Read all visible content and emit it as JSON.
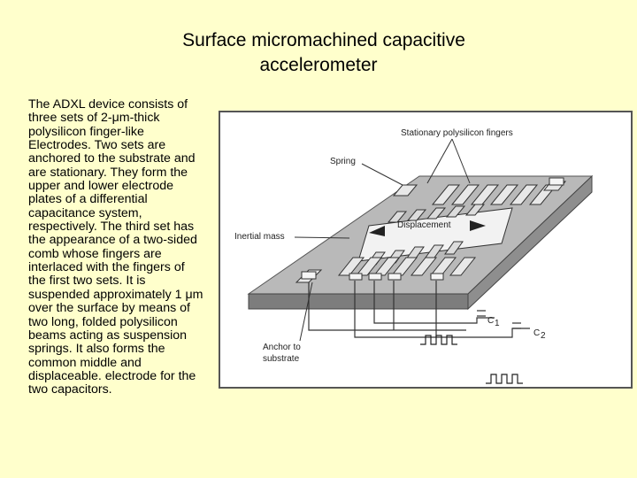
{
  "slide": {
    "title_line1": "Surface micromachined capacitive",
    "title_line2": "accelerometer",
    "body": "The ADXL device consists of three sets of 2-μm-thick polysilicon finger-like Electrodes.  Two sets are anchored to the substrate and are stationary. They form the upper and lower electrode plates of a differential capacitance system, respectively. The third set has the appearance of a two-sided comb whose fingers are interlaced with the fingers of the first two sets. It is suspended approximately 1 μm over the surface by means of two long, folded polysilicon beams acting as suspension springs. It also forms the common middle and displaceable. electrode for the two capacitors."
  },
  "figure": {
    "labels": {
      "stationary": "Stationary polysilicon fingers",
      "spring": "Spring",
      "inertial_mass": "Inertial mass",
      "displacement": "Displacement",
      "anchor_line1": "Anchor to",
      "anchor_line2": "substrate",
      "c1": "C",
      "c1_sub": "1",
      "c2": "C",
      "c2_sub": "2"
    }
  }
}
